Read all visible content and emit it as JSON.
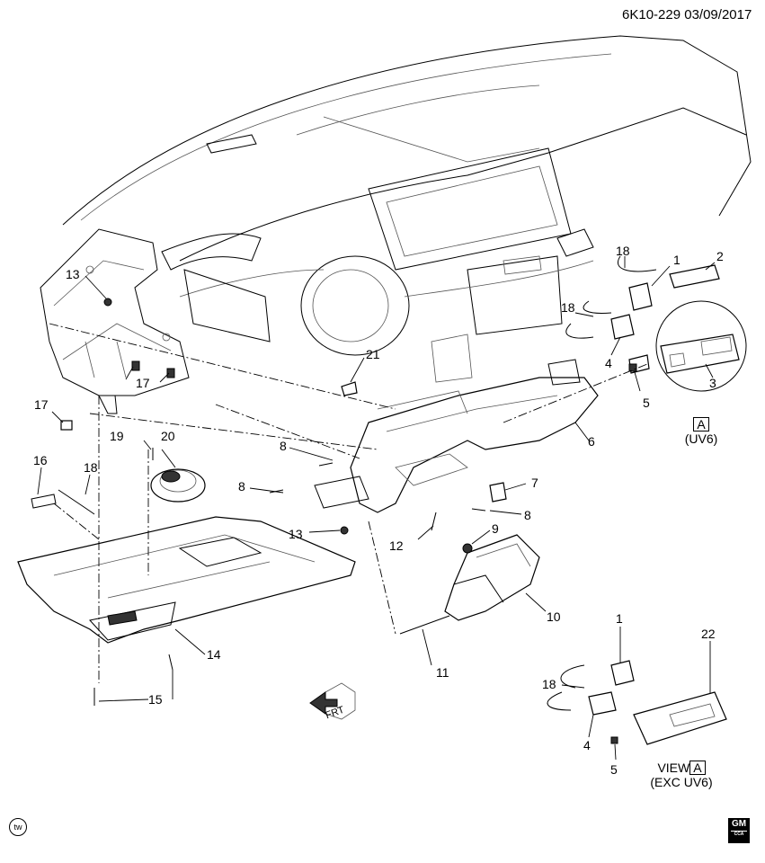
{
  "header": {
    "diagram_id": "6K10-229",
    "date": "03/09/2017"
  },
  "callouts": [
    {
      "key": "c13a",
      "text": "13"
    },
    {
      "key": "c17a",
      "text": "17"
    },
    {
      "key": "c17b",
      "text": "17"
    },
    {
      "key": "c21",
      "text": "21"
    },
    {
      "key": "c18a",
      "text": "18"
    },
    {
      "key": "c1a",
      "text": "1"
    },
    {
      "key": "c2",
      "text": "2"
    },
    {
      "key": "c18b",
      "text": "18"
    },
    {
      "key": "c4a",
      "text": "4"
    },
    {
      "key": "c5a",
      "text": "5"
    },
    {
      "key": "c3",
      "text": "3"
    },
    {
      "key": "c6",
      "text": "6"
    },
    {
      "key": "c19",
      "text": "19"
    },
    {
      "key": "c20",
      "text": "20"
    },
    {
      "key": "c8a",
      "text": "8"
    },
    {
      "key": "c16",
      "text": "16"
    },
    {
      "key": "c18c",
      "text": "18"
    },
    {
      "key": "c8b",
      "text": "8"
    },
    {
      "key": "c7",
      "text": "7"
    },
    {
      "key": "c8c",
      "text": "8"
    },
    {
      "key": "c9",
      "text": "9"
    },
    {
      "key": "c13b",
      "text": "13"
    },
    {
      "key": "c12",
      "text": "12"
    },
    {
      "key": "c10",
      "text": "10"
    },
    {
      "key": "c14",
      "text": "14"
    },
    {
      "key": "c11",
      "text": "11"
    },
    {
      "key": "c15",
      "text": "15"
    },
    {
      "key": "c1b",
      "text": "1"
    },
    {
      "key": "c22",
      "text": "22"
    },
    {
      "key": "c18d",
      "text": "18"
    },
    {
      "key": "c4b",
      "text": "4"
    },
    {
      "key": "c5b",
      "text": "5"
    }
  ],
  "view_a": {
    "box": "A",
    "caption": "(UV6)"
  },
  "view_exc": {
    "prefix": "VIEW",
    "box": "A",
    "caption": "(EXC UV6)"
  },
  "front_arrow": "FRT",
  "footer": {
    "tw_mark": "tw",
    "gm_logo": "GM",
    "gm_sub": "CCA"
  }
}
